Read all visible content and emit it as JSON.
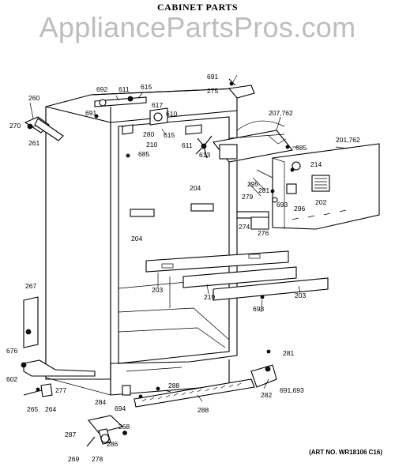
{
  "title": "CABINET PARTS",
  "watermark": "AppliancePartsPros.com",
  "art_number": "(ART NO. WR18106 C16)",
  "callouts": [
    "691",
    "275",
    "692",
    "611",
    "615",
    "260",
    "617",
    "207,762",
    "691",
    "610",
    "270",
    "280",
    "615",
    "611",
    "261",
    "210",
    "685",
    "613",
    "201,762",
    "685",
    "214",
    "295",
    "204",
    "281",
    "279",
    "693",
    "296",
    "202",
    "274",
    "276",
    "204",
    "203",
    "219",
    "203",
    "267",
    "693",
    "676",
    "281",
    "602",
    "277",
    "282",
    "691,693",
    "288",
    "284",
    "694",
    "288",
    "265",
    "264",
    "268",
    "287",
    "286",
    "269",
    "278"
  ]
}
